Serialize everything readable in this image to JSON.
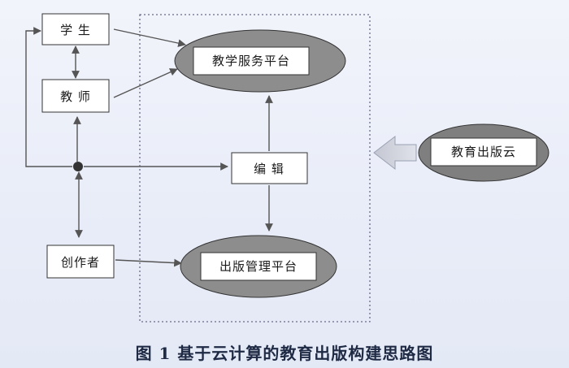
{
  "diagram": {
    "nodes": {
      "student": "学 生",
      "teacher": "教 师",
      "creator": "创作者",
      "teaching_platform": "教学服务平台",
      "editor": "编  辑",
      "publishing_platform": "出版管理平台",
      "education_cloud": "教育出版云"
    },
    "colors": {
      "ellipse_fill": "#8d8d8d",
      "cloud_fill": "#7f7f7f",
      "box_fill": "#ffffff",
      "line": "#555555",
      "dotted_border": "#6a6a88"
    }
  },
  "caption": "图 1   基于云计算的教育出版构建思路图"
}
